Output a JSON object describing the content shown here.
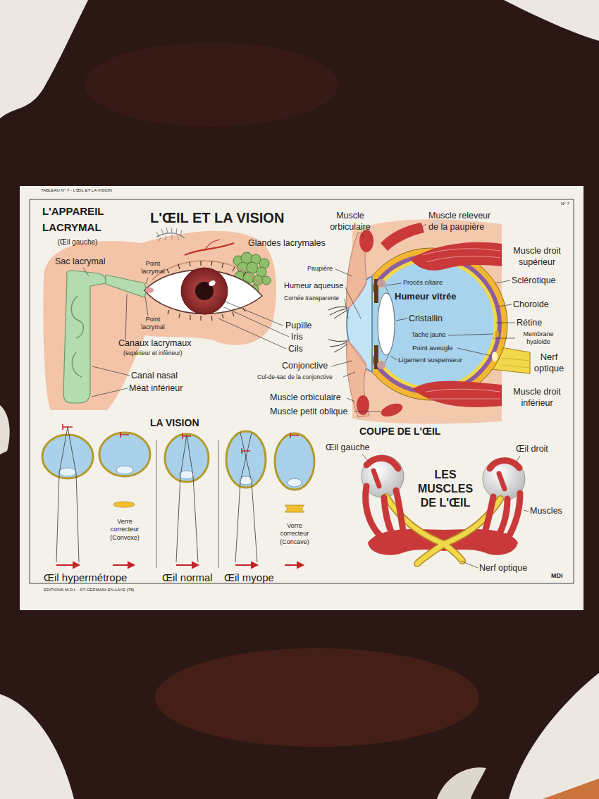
{
  "diagram": {
    "title": "L'ŒIL ET LA VISION",
    "labels": [
      "TABLEAU N° 7 - L'ŒIL ET LA VISION",
      "N° 7",
      "L'APPAREIL LACRYMAL",
      "(Œil gauche)",
      "Sac lacrymal",
      "Point lacrymal",
      "Glandes lacrymales",
      "Point lacrymal",
      "Pupille",
      "Iris",
      "Cils",
      "Canaux lacrymaux",
      "(supérieur et inférieur)",
      "Canal nasal",
      "Méat inférieur",
      "Muscle orbiculaire",
      "Muscle releveur de la paupière",
      "Muscle droit supérieur",
      "Sclérotique",
      "Choroide",
      "Rétine",
      "Membrane hyaloide",
      "Nerf optique",
      "Muscle droit inférieur",
      "Paupière",
      "Humeur aqueuse",
      "Cornée transparente",
      "Procès ciliaire",
      "Humeur vitrée",
      "Cristallin",
      "Tache jaune",
      "Point aveugle",
      "Ligament suspenseur",
      "Conjonctive",
      "Cul-de-sac de la conjonctive",
      "Muscle orbiculaire",
      "Muscle petit oblique",
      "COUPE DE L'ŒIL",
      "LA VISION",
      "Verre correcteur (Convexe)",
      "Verre correcteur (Concave)",
      "Œil hypermétrope",
      "Œil normal",
      "Œil myope",
      "Œil gauche",
      "Œil droit",
      "LES MUSCLES DE L'ŒIL",
      "Muscles",
      "Nerf optique",
      "EDITIONS M.D.I. - ST-GERMAIN-EN-LAYE (78)",
      "MDI"
    ]
  }
}
